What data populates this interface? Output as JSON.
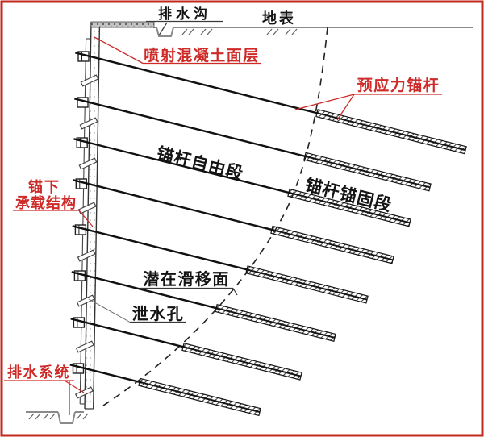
{
  "labels": {
    "drainage_ditch": "排水沟",
    "ground_surface": "地表",
    "shotcrete_face_layer": "喷射混凝土面层",
    "prestressed_anchor": "预应力锚杆",
    "anchor_free_segment": "锚杆自由段",
    "anchor_bonded_segment": "锚杆锚固段",
    "bearing_structure_line1": "锚下",
    "bearing_structure_line2": "承载结构",
    "potential_slip_surface": "潜在滑移面",
    "weep_hole": "泄水孔",
    "drainage_system": "排水系统"
  },
  "colors": {
    "annotation_red": "#cd2a28",
    "border_red": "#c3281f",
    "line_black": "#141414",
    "surface_gray": "#8a8a8a",
    "shotcrete_gray": "#c2c2c2"
  },
  "structure": {
    "anchor_count": 8,
    "weep_hole_count": 8,
    "anchor_parts": [
      "free segment",
      "bonded segment"
    ]
  }
}
